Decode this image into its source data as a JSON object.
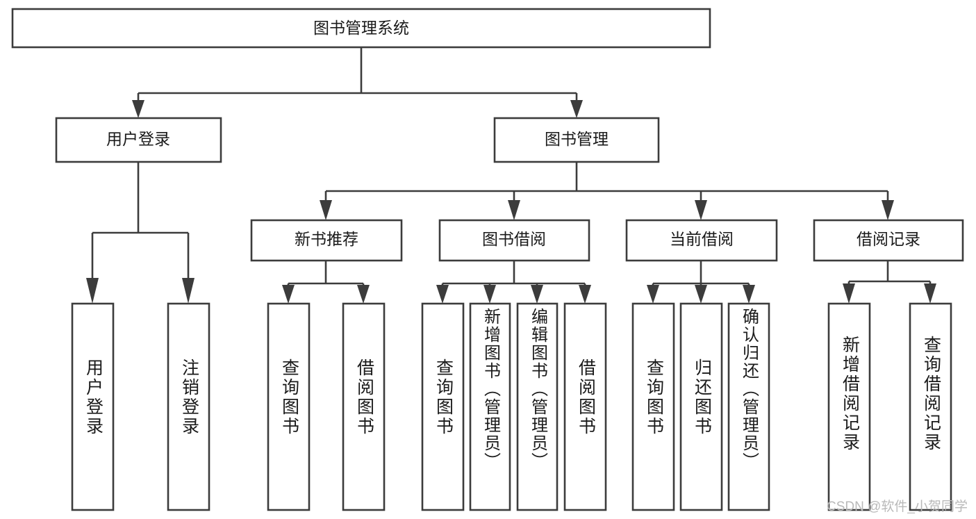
{
  "diagram": {
    "type": "tree-hierarchy",
    "title_node": "图书管理系统",
    "watermark": "CSDN @软件_小贺同学",
    "style": {
      "stroke_color": "#3c3c3c",
      "fill_color": "#ffffff",
      "text_color": "#1a1a1a",
      "watermark_color": "#b9b9b9",
      "background": "#ffffff"
    },
    "levels": {
      "level1": [
        {
          "id": "root",
          "label": "图书管理系统"
        }
      ],
      "level2": [
        {
          "id": "user-login",
          "label": "用户登录",
          "parent": "root"
        },
        {
          "id": "book-management",
          "label": "图书管理",
          "parent": "root"
        }
      ],
      "level3": [
        {
          "id": "new-book-recommend",
          "label": "新书推荐",
          "parent": "book-management"
        },
        {
          "id": "book-borrow",
          "label": "图书借阅",
          "parent": "book-management"
        },
        {
          "id": "current-borrow",
          "label": "当前借阅",
          "parent": "book-management"
        },
        {
          "id": "borrow-record",
          "label": "借阅记录",
          "parent": "book-management"
        }
      ],
      "leaves": [
        {
          "id": "leaf-user-login",
          "label": "用户登录",
          "parent": "user-login"
        },
        {
          "id": "leaf-logout-login",
          "label": "注销登录",
          "parent": "user-login"
        },
        {
          "id": "leaf-query-book-1",
          "label": "查询图书",
          "parent": "new-book-recommend"
        },
        {
          "id": "leaf-borrow-book-1",
          "label": "借阅图书",
          "parent": "new-book-recommend"
        },
        {
          "id": "leaf-query-book-2",
          "label": "查询图书",
          "parent": "book-borrow"
        },
        {
          "id": "leaf-add-book-admin",
          "label": "新增图书（管理员）",
          "parent": "book-borrow"
        },
        {
          "id": "leaf-edit-book-admin",
          "label": "编辑图书（管理员）",
          "parent": "book-borrow"
        },
        {
          "id": "leaf-borrow-book-2",
          "label": "借阅图书",
          "parent": "book-borrow"
        },
        {
          "id": "leaf-query-book-3",
          "label": "查询图书",
          "parent": "current-borrow"
        },
        {
          "id": "leaf-return-book",
          "label": "归还图书",
          "parent": "current-borrow"
        },
        {
          "id": "leaf-confirm-return-admin",
          "label": "确认归还（管理员）",
          "parent": "current-borrow"
        },
        {
          "id": "leaf-add-borrow-record",
          "label": "新增借阅记录",
          "parent": "borrow-record"
        },
        {
          "id": "leaf-query-borrow-record",
          "label": "查询借阅记录",
          "parent": "borrow-record"
        }
      ]
    }
  }
}
